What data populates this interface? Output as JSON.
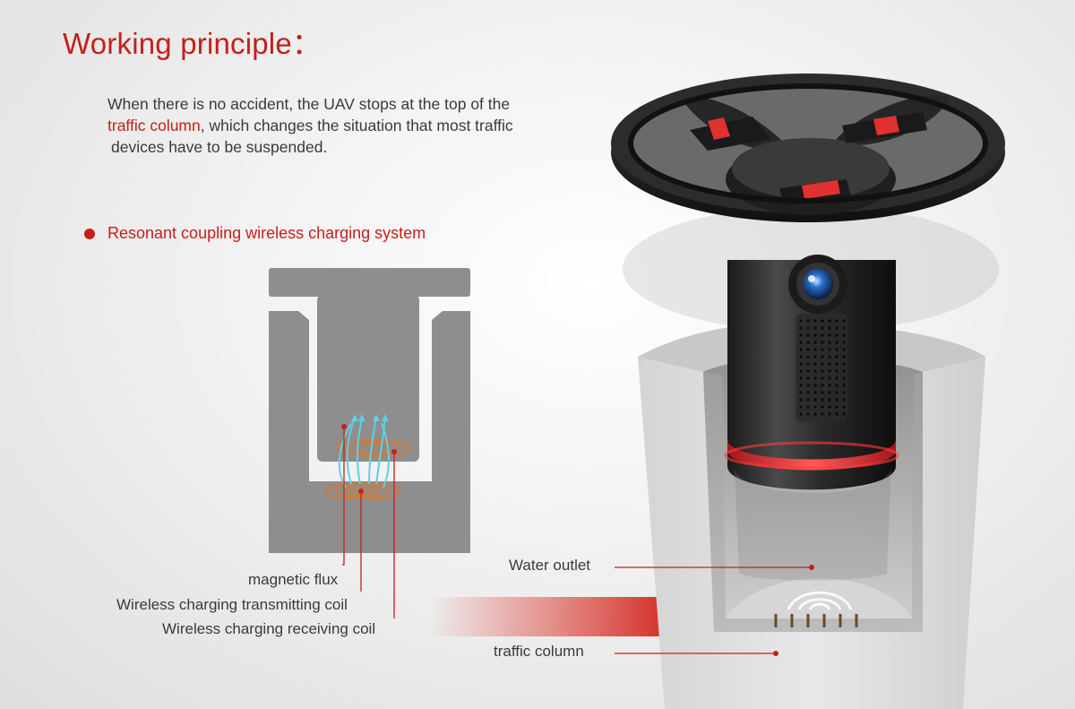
{
  "header": {
    "title": "Working principle："
  },
  "intro": {
    "line1": "When there is no accident, the UAV stops at the top of the",
    "highlight": "traffic column",
    "line2_rest": ", which changes the situation that most traffic",
    "line3": "devices have to be suspended."
  },
  "section": {
    "bullet_label": "Resonant coupling wireless charging system"
  },
  "diagram_labels": {
    "magnetic_flux": "magnetic flux",
    "transmitting_coil": "Wireless charging transmitting coil",
    "receiving_coil": "Wireless charging receiving coil"
  },
  "product_labels": {
    "water_outlet": "Water outlet",
    "traffic_column": "traffic column"
  },
  "colors": {
    "accent_red": "#c4201a",
    "diagram_gray": "#8c8c8c",
    "flux_cyan": "#5fd0e0",
    "coil_orange": "#d9772a"
  }
}
